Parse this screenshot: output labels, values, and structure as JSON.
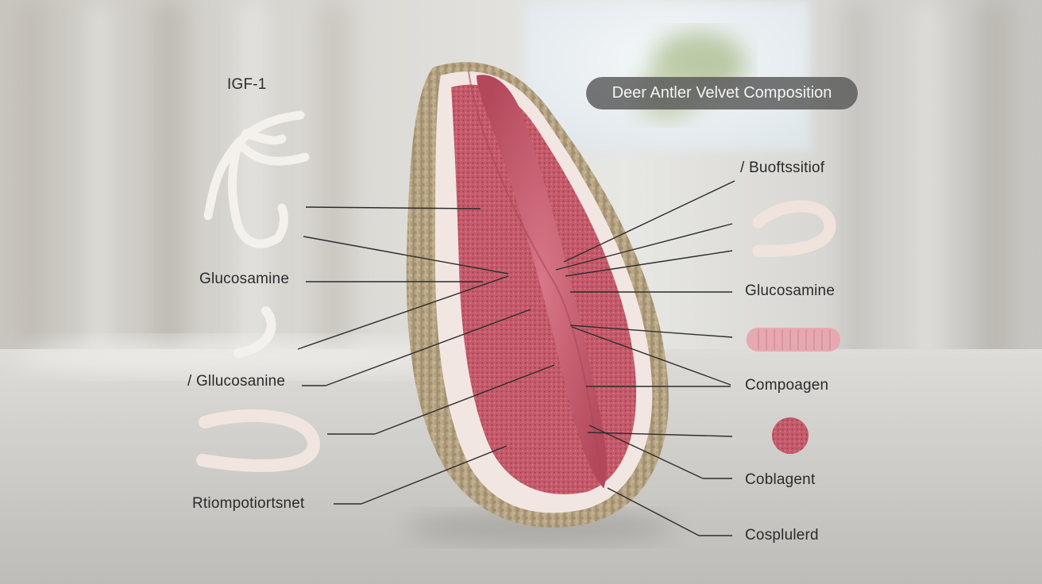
{
  "title": "Deer Antler Velvet Composition",
  "labels_left": [
    "IGF-1",
    "Glucosamine",
    "/ Gllucosanine",
    "Rtiompotiortsnet"
  ],
  "labels_right": [
    "/ Buoftssitiof",
    "Glucosamine",
    "Compoagen",
    "Coblagent",
    "Cosplulerd"
  ],
  "colors": {
    "background_wall": "#d9d7d2",
    "floor": "#c9c8c4",
    "antler_outer": "#b49f7e",
    "antler_rim": "#f4ebe6",
    "antler_core": "#c45a6a",
    "title_pill": "#585858"
  }
}
